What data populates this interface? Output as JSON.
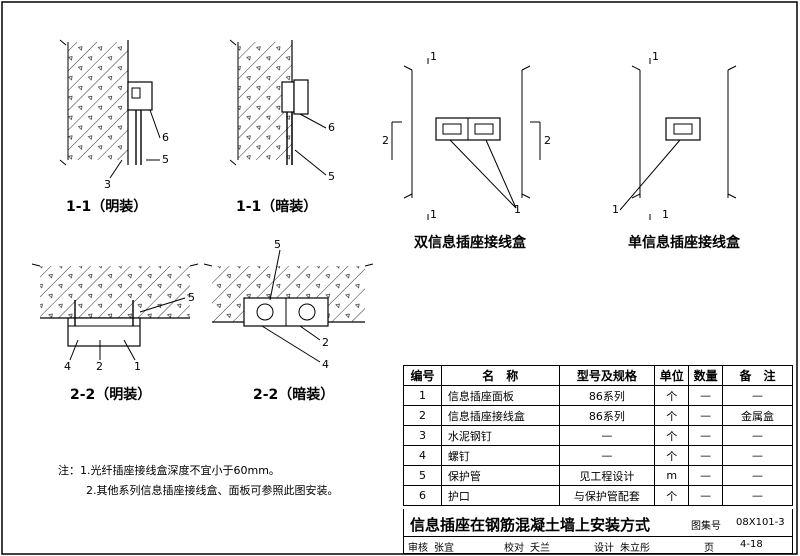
{
  "views": {
    "v11_surface": "1-1（明装）",
    "v11_concealed": "1-1（暗装）",
    "v22_surface": "2-2（明装）",
    "v22_concealed": "2-2（暗装）",
    "double_box": "双信息插座接线盒",
    "single_box": "单信息插座接线盒"
  },
  "callouts": {
    "n1": "1",
    "n2": "2",
    "n3": "3",
    "n4": "4",
    "n5": "5",
    "n6": "6"
  },
  "notes": {
    "line1": "注：1.光纤插座接线盒深度不宜小于60mm。",
    "line2": "2.其他系列信息插座接线盒、面板可参照此图安装。"
  },
  "table": {
    "headers": [
      "编号",
      "名　称",
      "型号及规格",
      "单位",
      "数量",
      "备　注"
    ],
    "rows": [
      [
        "1",
        "信息插座面板",
        "86系列",
        "个",
        "—",
        "—"
      ],
      [
        "2",
        "信息插座接线盒",
        "86系列",
        "个",
        "—",
        "金属盒"
      ],
      [
        "3",
        "水泥钢钉",
        "—",
        "个",
        "—",
        "—"
      ],
      [
        "4",
        "螺钉",
        "—",
        "个",
        "—",
        "—"
      ],
      [
        "5",
        "保护管",
        "见工程设计",
        "m",
        "—",
        "—"
      ],
      [
        "6",
        "护口",
        "与保护管配套",
        "个",
        "—",
        "—"
      ]
    ]
  },
  "title_block": {
    "title": "信息插座在钢筋混凝土墙上安装方式",
    "atlas_label": "图集号",
    "atlas_no": "08X101-3",
    "review_label": "审核",
    "reviewer": "张宜",
    "check_label": "校对",
    "checker": "夭兰",
    "design_label": "设计",
    "designer": "朱立彤",
    "page_label": "页",
    "page_no": "4-18"
  }
}
